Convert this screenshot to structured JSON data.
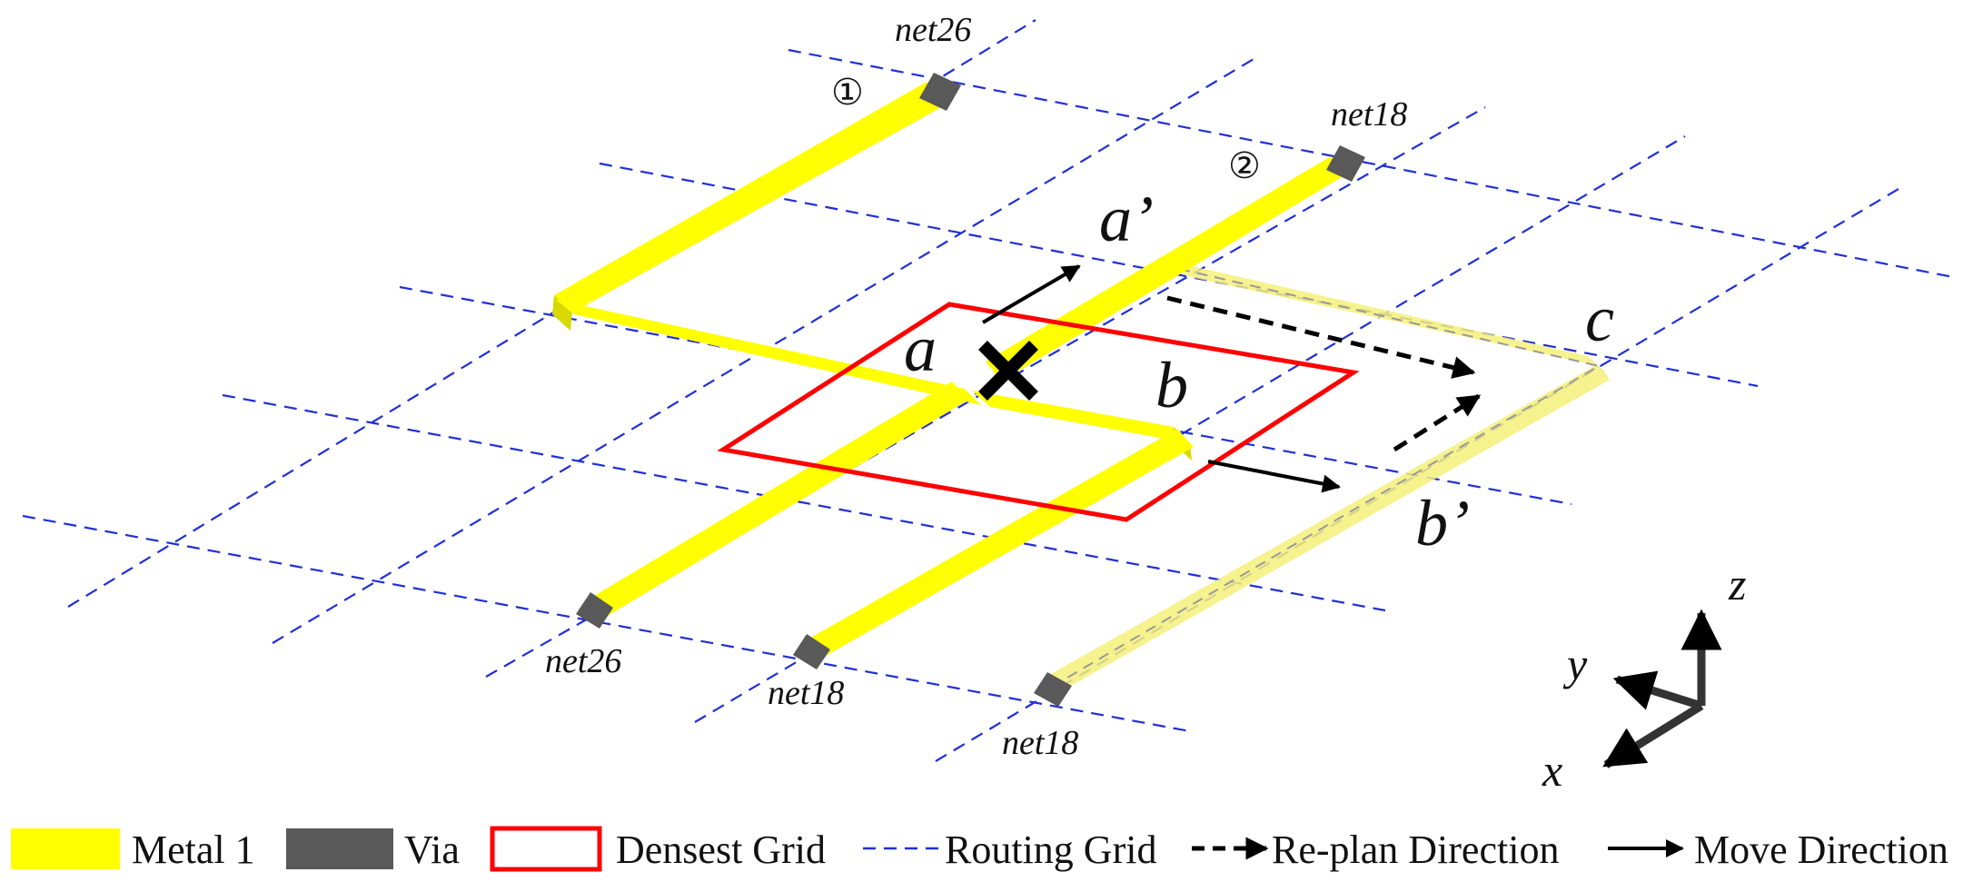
{
  "labels": {
    "net26_top": "net26",
    "net18_top": "net18",
    "net26_bottom": "net26",
    "net18_bottom1": "net18",
    "net18_bottom2": "net18",
    "circle1": "①",
    "circle2": "②",
    "a": "a",
    "a_prime": "a’",
    "b": "b",
    "b_prime": "b’",
    "c": "c"
  },
  "axes": {
    "x": "x",
    "y": "y",
    "z": "z"
  },
  "legend": {
    "metal": "Metal 1",
    "via": "Via",
    "densest": "Densest Grid",
    "routing": "Routing Grid",
    "replan": "Re-plan Direction",
    "move": "Move Direction"
  },
  "colors": {
    "metal": "#ffff00",
    "metal_side": "#d9d900",
    "metal_faded": "#f5f07a",
    "via": "#595959",
    "grid": "#1f2fd6",
    "densest": "#ff0000",
    "arrow": "#000000"
  }
}
